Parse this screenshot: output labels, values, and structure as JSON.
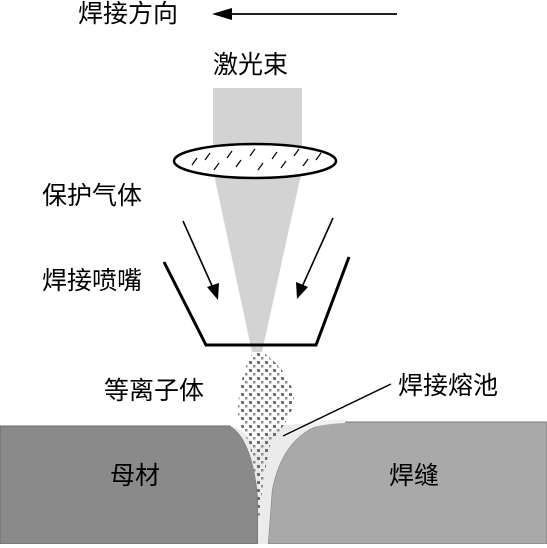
{
  "labels": {
    "welding_direction": "焊接方向",
    "laser_beam": "激光束",
    "shielding_gas": "保护气体",
    "welding_nozzle": "焊接喷嘴",
    "plasma": "等离子体",
    "weld_pool": "焊接熔池",
    "base_metal": "母材",
    "weld_seam": "焊缝"
  },
  "colors": {
    "base_metal": "#8a8a8a",
    "weld_seam": "#a9a9a9",
    "beam": "#d3d3d3",
    "outline": "#000000"
  }
}
